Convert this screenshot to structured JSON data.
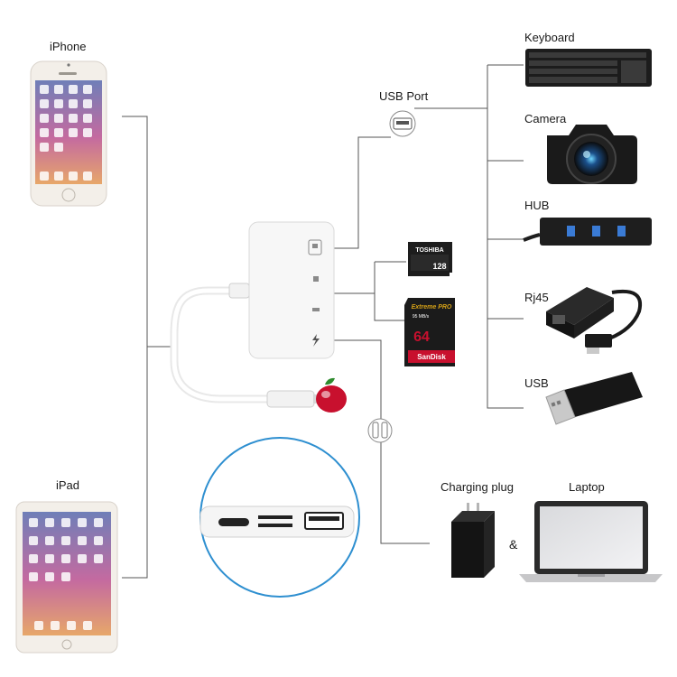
{
  "devices": {
    "iphone": "iPhone",
    "ipad": "iPad"
  },
  "ports": {
    "usb_port": "USB Port"
  },
  "peripherals": {
    "keyboard": "Keyboard",
    "camera": "Camera",
    "hub": "HUB",
    "rj45": "Rj45",
    "usb": "USB"
  },
  "power": {
    "charging_plug": "Charging plug",
    "laptop": "Laptop",
    "ampersand": "&"
  },
  "cards": {
    "microsd_brand": "TOSHIBA",
    "microsd_capacity": "128",
    "sd_brand": "SanDisk",
    "sd_line": "Extreme PRO",
    "sd_capacity": "64",
    "sd_speed": "95 MB/s"
  },
  "colors": {
    "line": "#555555",
    "adapter": "#f7f7f7",
    "zoom_ring": "#2e8fd0",
    "black_device": "#1b1b1b",
    "hub_led": "#3a7bd5",
    "sd_red": "#c8102e"
  }
}
